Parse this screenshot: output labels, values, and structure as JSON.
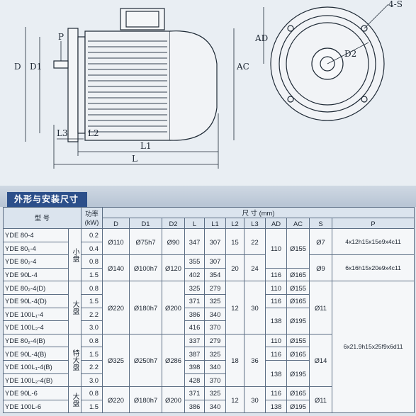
{
  "drawing": {
    "labels": {
      "D": "D",
      "D1": "D1",
      "P": "P",
      "L3": "L3",
      "L2": "L2",
      "L1": "L1",
      "L": "L",
      "AC": "AC",
      "AD": "AD",
      "D2": "D2",
      "S": "4-S"
    }
  },
  "section_title": "外形与安装尺寸",
  "table": {
    "header": {
      "model": "型 号",
      "power": "功率\n(kW)",
      "dims": "尺 寸 (mm)",
      "cols": [
        "D",
        "D1",
        "D2",
        "L",
        "L1",
        "L2",
        "L3",
        "AD",
        "AC",
        "S",
        "P"
      ]
    },
    "categories": {
      "small": "小盘",
      "large": "大盘",
      "xlarge": "特大盘",
      "large2": "大盘"
    },
    "rows": [
      {
        "model": "YDE 80-4",
        "kw": "0.2",
        "L": "",
        "L1": ""
      },
      {
        "model": "YDE 80₁-4",
        "kw": "0.4",
        "L": "347",
        "L1": "307"
      },
      {
        "model": "YDE 80₂-4",
        "kw": "0.8",
        "L": "355",
        "L1": "307"
      },
      {
        "model": "YDE 90L-4",
        "kw": "1.5",
        "L": "402",
        "L1": "354"
      },
      {
        "model": "YDE 80₂-4(D)",
        "kw": "0.8",
        "L": "325",
        "L1": "279"
      },
      {
        "model": "YDE 90L-4(D)",
        "kw": "1.5",
        "L": "371",
        "L1": "325"
      },
      {
        "model": "YDE 100L₁-4",
        "kw": "2.2",
        "L": "386",
        "L1": "340"
      },
      {
        "model": "YDE 100L₂-4",
        "kw": "3.0",
        "L": "416",
        "L1": "370"
      },
      {
        "model": "YDE 80₂-4(B)",
        "kw": "0.8",
        "L": "337",
        "L1": "279"
      },
      {
        "model": "YDE 90L-4(B)",
        "kw": "1.5",
        "L": "387",
        "L1": "325"
      },
      {
        "model": "YDE 100L₁-4(B)",
        "kw": "2.2",
        "L": "398",
        "L1": "340"
      },
      {
        "model": "YDE 100L₂-4(B)",
        "kw": "3.0",
        "L": "428",
        "L1": "370"
      },
      {
        "model": "YDE 90L-6",
        "kw": "0.8",
        "L": "371",
        "L1": "325"
      },
      {
        "model": "YDE 100L-6",
        "kw": "1.5",
        "L": "386",
        "L1": "340"
      }
    ],
    "groups": {
      "g1": {
        "D": "Ø110",
        "D1": "Ø75h7",
        "D2": "Ø90",
        "L2": "15",
        "L3": "22",
        "AD": "110",
        "AC": "Ø155",
        "S": "Ø7",
        "P": "4x12h15x15e9x4c11"
      },
      "g2": {
        "D": "Ø140",
        "D1": "Ø100h7",
        "D2": "Ø120",
        "L2": "20",
        "L3": "24",
        "AD": "116",
        "AC": "Ø165",
        "S": "Ø9",
        "P": "6x16h15x20e9x4c11"
      },
      "g3": {
        "D": "Ø220",
        "D1": "Ø180h7",
        "D2": "Ø200",
        "L2": "12",
        "L3": "30",
        "AD1": "110",
        "AC1": "Ø155",
        "AD2": "116",
        "AC2": "Ø165",
        "AD3": "138",
        "AC3": "Ø195",
        "S": "Ø11"
      },
      "g4": {
        "D": "Ø325",
        "D1": "Ø250h7",
        "D2": "Ø286",
        "L2": "18",
        "L3": "36",
        "AD1": "110",
        "AC1": "Ø155",
        "AD2": "116",
        "AC2": "Ø165",
        "AD3": "138",
        "AC3": "Ø195",
        "S": "Ø14",
        "P": "6x21.9h15x25f9x6d11"
      },
      "g5": {
        "D": "Ø220",
        "D1": "Ø180h7",
        "D2": "Ø200",
        "L2": "12",
        "L3": "30",
        "AD1": "116",
        "AC1": "Ø165",
        "AD2": "138",
        "AC2": "Ø195",
        "S": "Ø11"
      }
    }
  }
}
